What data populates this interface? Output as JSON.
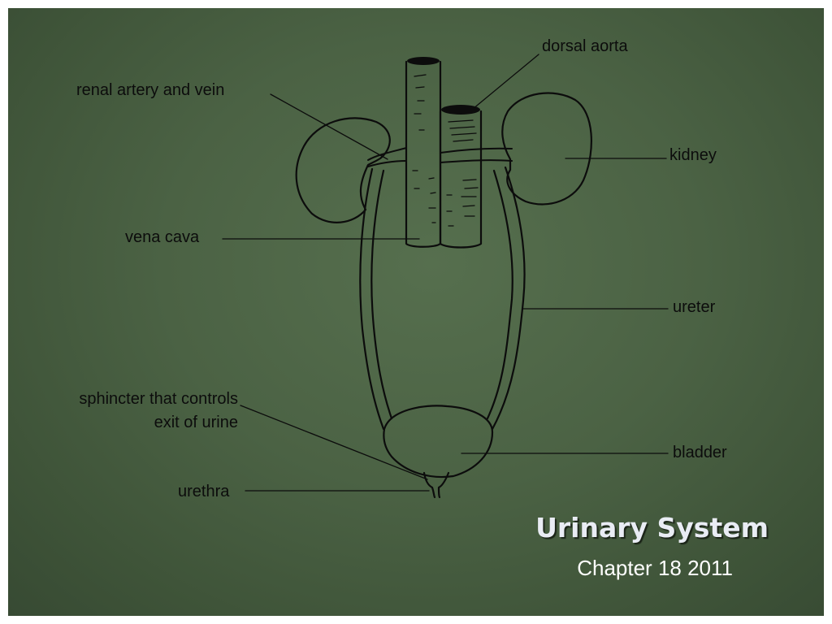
{
  "slide": {
    "title": "Urinary System",
    "subtitle": "Chapter 18 2011"
  },
  "labels": {
    "dorsal_aorta": "dorsal aorta",
    "renal_artery_vein": "renal artery and vein",
    "kidney": "kidney",
    "vena_cava": "vena cava",
    "ureter": "ureter",
    "sphincter_line1": "sphincter that controls",
    "sphincter_line2": "exit of urine",
    "bladder": "bladder",
    "urethra": "urethra"
  },
  "colors": {
    "background": "#4b6244",
    "ink": "#0c0c0c",
    "title": "#e9ecf4"
  }
}
